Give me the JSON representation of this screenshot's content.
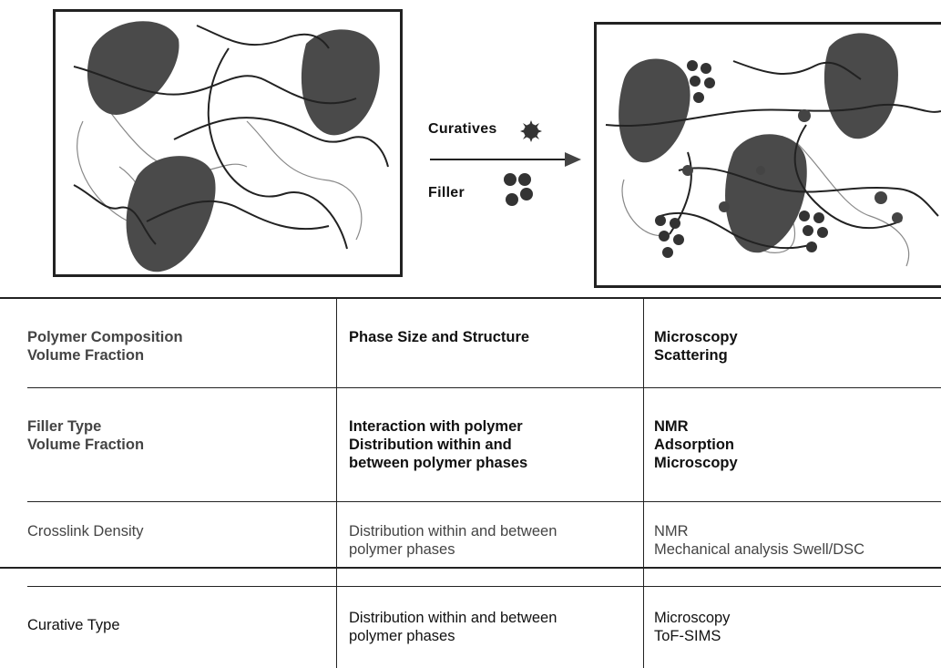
{
  "diagram": {
    "arrow_labels": {
      "curatives": "Curatives",
      "filler": "Filler"
    }
  },
  "table": {
    "rows": [
      {
        "col1": "Polymer Composition\nVolume Fraction",
        "col2": "Phase Size and Structure",
        "col3": "Microscopy\nScattering"
      },
      {
        "col1": "Filler Type\nVolume Fraction",
        "col2": "Interaction with polymer\nDistribution within and\nbetween polymer phases",
        "col3": "NMR\nAdsorption\nMicroscopy"
      },
      {
        "col1": "Crosslink Density",
        "col2": "Distribution within and between\npolymer phases",
        "col3": "NMR\nMechanical analysis Swell/DSC"
      },
      {
        "col1": "Curative Type",
        "col2": "Distribution within and between\npolymer phases",
        "col3": "Microscopy\nToF-SIMS"
      }
    ]
  },
  "colors": {
    "ink": "#222222",
    "blob": "#4a4a4a",
    "paper": "#ffffff"
  }
}
